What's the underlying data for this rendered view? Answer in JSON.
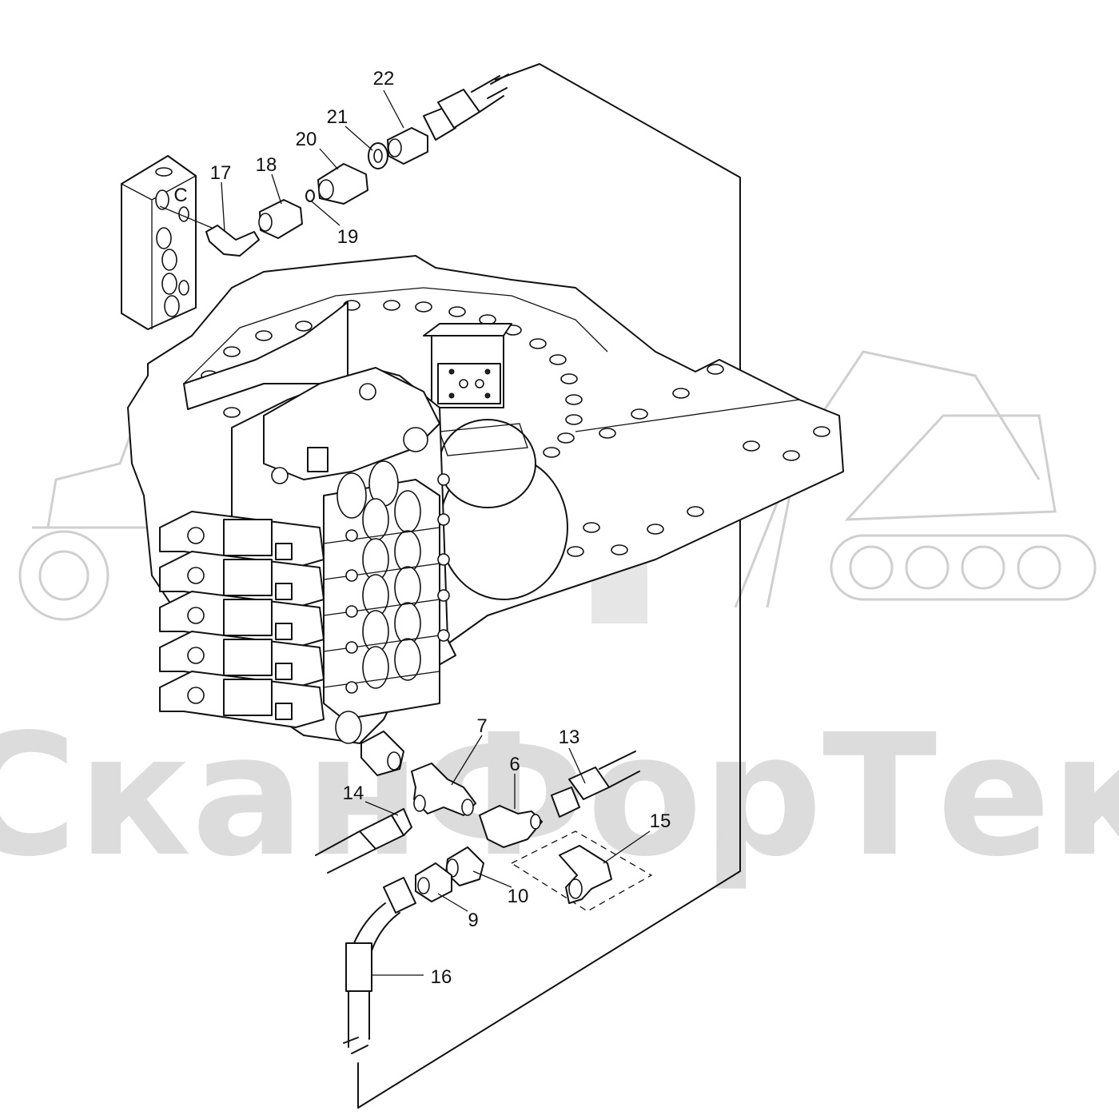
{
  "diagram": {
    "port_letter": "C",
    "callouts": [
      {
        "label": "22"
      },
      {
        "label": "21"
      },
      {
        "label": "20"
      },
      {
        "label": "18"
      },
      {
        "label": "17"
      },
      {
        "label": "19"
      },
      {
        "label": "7"
      },
      {
        "label": "13"
      },
      {
        "label": "6"
      },
      {
        "label": "14"
      },
      {
        "label": "15"
      },
      {
        "label": "10"
      },
      {
        "label": "9"
      },
      {
        "label": "16"
      }
    ]
  },
  "watermark": {
    "text": "СканФорТек"
  },
  "colors": {
    "line": "#111111",
    "watermark": "#d0d0d0",
    "background": "#ffffff"
  }
}
